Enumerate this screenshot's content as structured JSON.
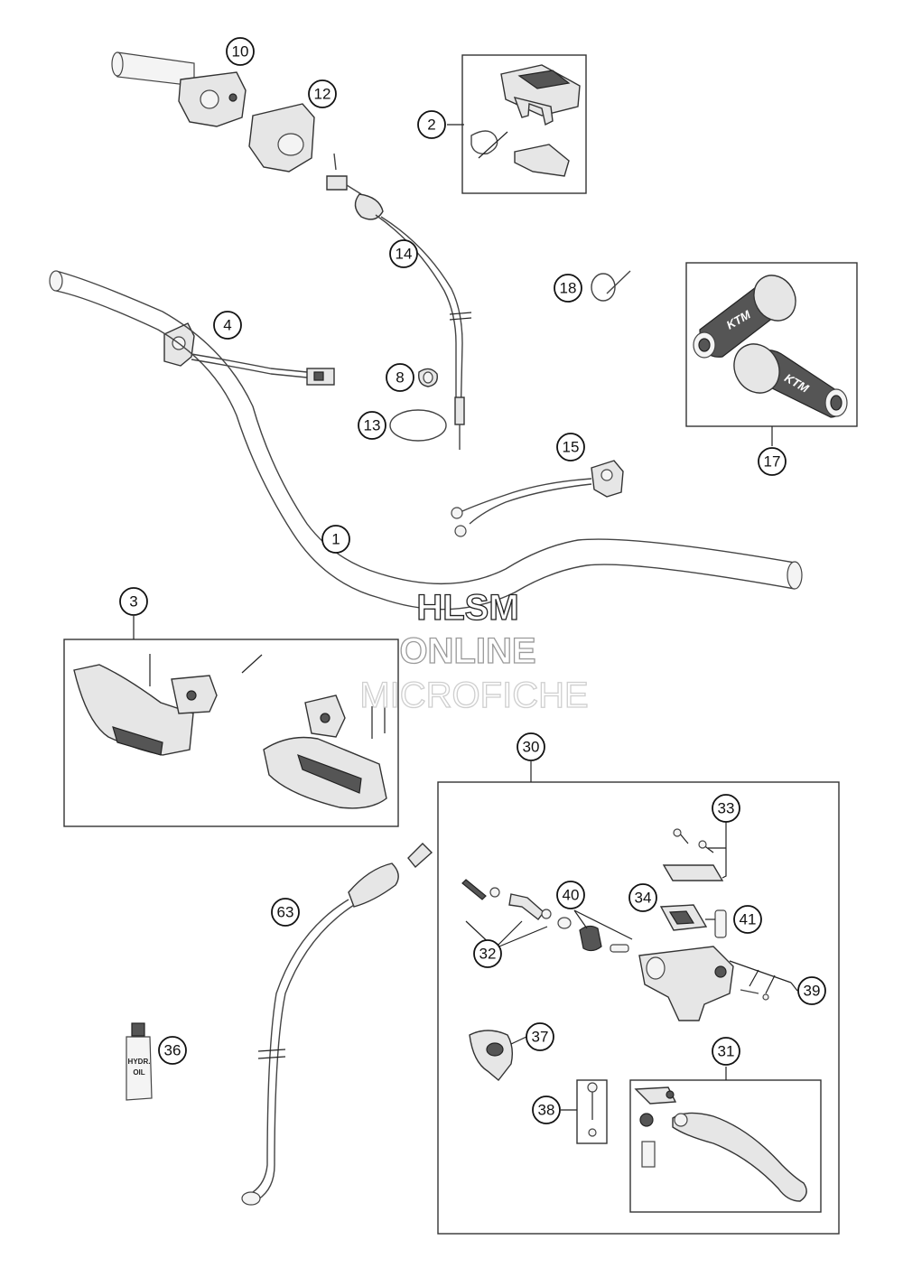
{
  "watermark": {
    "line1": "HLSM",
    "line2": "ONLINE",
    "line3": "MICROFICHE"
  },
  "bottle_label": {
    "line1": "HYDR.",
    "line2": "OIL"
  },
  "grip_logo": "KTM",
  "callouts": {
    "c1": "1",
    "c2": "2",
    "c3": "3",
    "c4": "4",
    "c8": "8",
    "c10": "10",
    "c12": "12",
    "c13": "13",
    "c14": "14",
    "c15": "15",
    "c17": "17",
    "c18": "18",
    "c30": "30",
    "c31": "31",
    "c32": "32",
    "c33": "33",
    "c34": "34",
    "c36": "36",
    "c37": "37",
    "c38": "38",
    "c39": "39",
    "c40": "40",
    "c41": "41",
    "c63": "63"
  }
}
